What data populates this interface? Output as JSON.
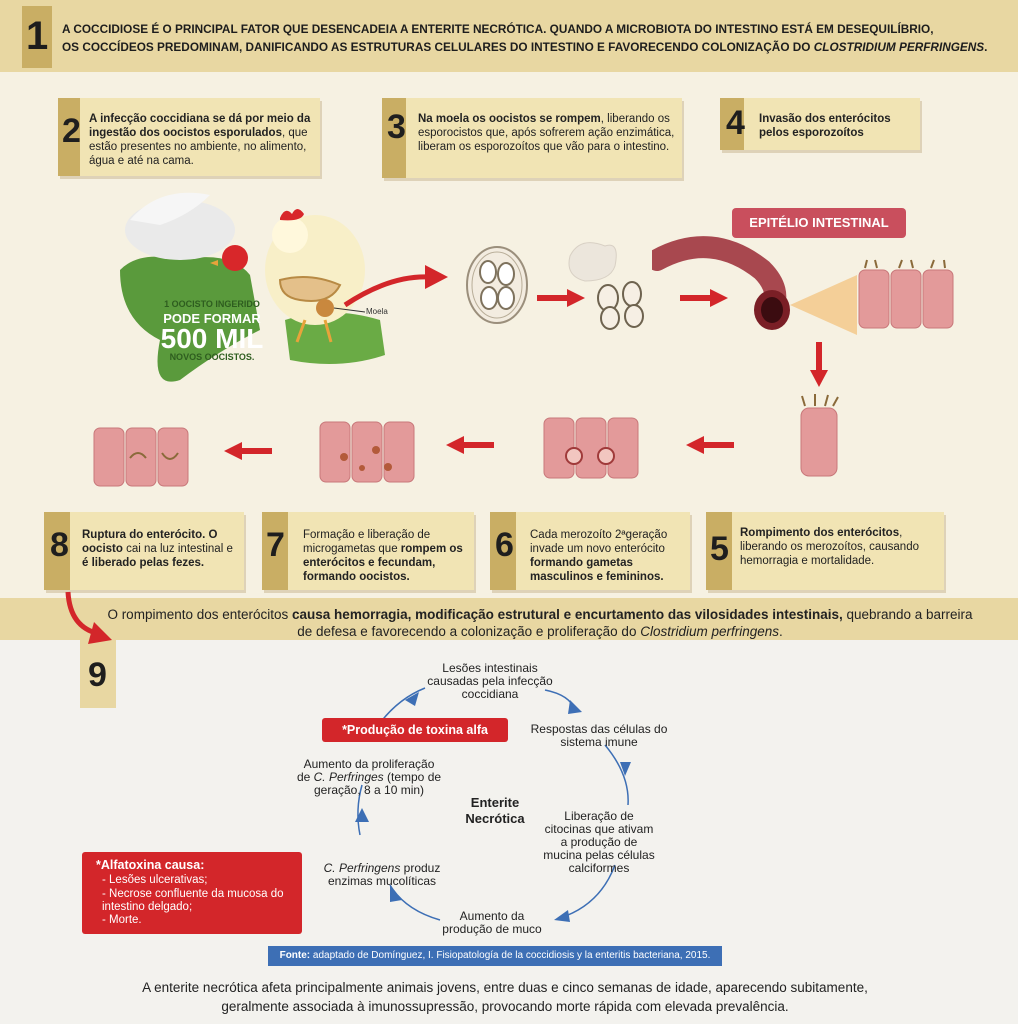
{
  "header": {
    "number": "1",
    "line1": "A COCCIDIOSE É O PRINCIPAL FATOR QUE DESENCADEIA A ENTERITE NECRÓTICA. QUANDO A MICROBIOTA DO INTESTINO ESTÁ EM DESEQUILÍBRIO,",
    "line2a": "OS COCCÍDEOS PREDOMINAM, DANIFICANDO AS ESTRUTURAS CELULARES DO INTESTINO E FAVORECENDO COLONIZAÇÃO DO ",
    "line2b": "CLOSTRIDIUM PERFRINGENS",
    "line2c": "."
  },
  "step2": {
    "number": "2",
    "bold": "A infecção coccidiana se dá por meio da ingestão dos oocistos esporulados",
    "rest": ", que estão presentes no ambiente, no alimento, água e até na cama."
  },
  "step3": {
    "number": "3",
    "bold": "Na moela os oocistos se rompem",
    "rest": ", liberando os esporocistos que, após sofrerem ação enzimática, liberam os esporozoítos que vão para o intestino."
  },
  "step4": {
    "number": "4",
    "bold": "Invasão dos enterócitos pelos esporozoítos"
  },
  "chicken_badge": {
    "line1": "1 OOCISTO INGERIDO",
    "line2": "PODE FORMAR",
    "line3": "500 MIL",
    "line4": "NOVOS OOCISTOS."
  },
  "moela_label": "Moela",
  "epitelio_label": "EPITÉLIO INTESTINAL",
  "step5": {
    "number": "5",
    "bold": "Rompimento dos enterócitos",
    "rest": ", liberando os merozoítos, causando hemorragia e mortalidade."
  },
  "step6": {
    "number": "6",
    "text1": "Cada merozoíto 2ªgeração invade um novo enterócito ",
    "bold": "formando gametas masculinos e femininos."
  },
  "step7": {
    "number": "7",
    "text1": "Formação e liberação de microgametas que ",
    "bold": "rompem os enterócitos e fecundam, formando oocistos."
  },
  "step8": {
    "number": "8",
    "bold1": "Ruptura do enterócito. O oocisto",
    "text1": " cai na luz intestinal e ",
    "bold2": "é liberado pelas fezes."
  },
  "banner": {
    "text1": "O rompimento dos enterócitos ",
    "bold": "causa hemorragia, modificação estrutural e encurtamento das vilosidades intestinais,",
    "text2": " quebrando a barreira de defesa e favorecendo a colonização e proliferação do ",
    "italic": "Clostridium perfringens",
    "text3": "."
  },
  "step9": {
    "number": "9"
  },
  "cycle": {
    "center": "Enterite Necrótica",
    "n1": "Lesões intestinais causadas pela infecção coccidiana",
    "n2": "Respostas das células do sistema imune",
    "n3": "Liberação de citocinas que ativam a produção de mucina pelas células calciformes",
    "n4": "Aumento da produção de muco",
    "n5a": "C. Perfringens",
    "n5b": " produz enzimas mucolíticas",
    "n6a": "Aumento da proliferação de ",
    "n6b": "C. Perfringes",
    "n6c": " (tempo de geração, 8 a 10 min)",
    "toxin": "*Produção de toxina alfa",
    "arrow_color": "#3d6fb5"
  },
  "alfatoxina": {
    "title": "*Alfatoxina causa:",
    "items": [
      "- Lesões ulcerativas;",
      "- Necrose confluente da mucosa do intestino delgado;",
      "- Morte."
    ]
  },
  "source": {
    "bold": "Fonte:",
    "text": " adaptado de Domínguez, I. Fisiopatología de la coccidiosis y la enteritis bacteriana, 2015."
  },
  "footer": "A enterite necrótica afeta principalmente animais jovens, entre duas e cinco semanas de idade, aparecendo subitamente, geralmente associada à imunossupressão, provocando morte rápida com elevada prevalência.",
  "colors": {
    "red": "#d3262a",
    "gold": "#e8d7a2",
    "goldDark": "#c9ae64",
    "blue": "#3d6fb5",
    "green": "#5a9a3c"
  }
}
